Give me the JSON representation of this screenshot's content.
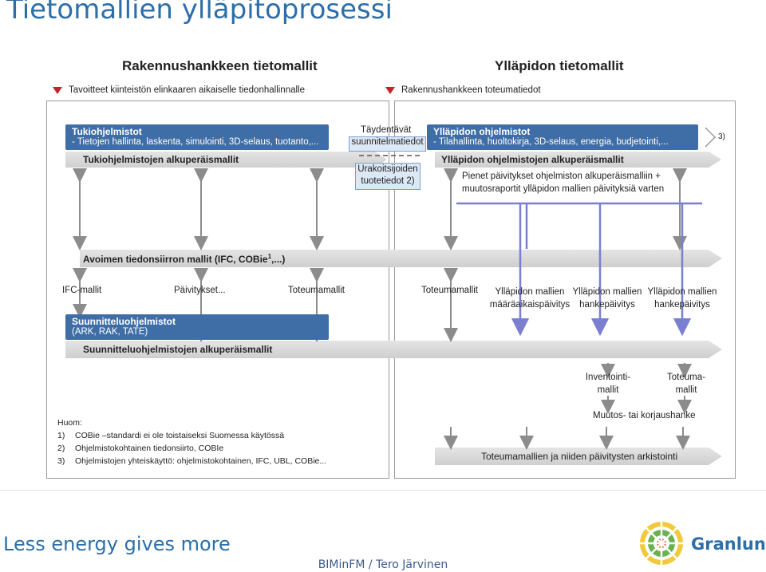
{
  "slide": {
    "title": "Tietomallien ylläpitoprosessi",
    "footer_tagline": "Less energy gives more",
    "footer_author": "BIMinFM / Tero Järvinen",
    "logo_name": "Granlund"
  },
  "left_panel": {
    "heading": "Rakennushankkeen tietomallit",
    "subtitle": "Tavoitteet kiinteistön elinkaaren aikaiselle tiedonhallinnalle",
    "box_title": "Tukiohjelmistot",
    "box_desc": "- Tietojen hallinta, laskenta, simulointi, 3D-selaus, tuotanto,...",
    "bar": "Tukiohjelmistojen alkuperäismallit"
  },
  "right_panel": {
    "heading": "Ylläpidon tietomallit",
    "subtitle": "Rakennushankkeen toteumatiedot",
    "box_title": "Ylläpidon ohjelmistot",
    "box_desc": "- Tilahallinta, huoltokirja, 3D-selaus, energia, budjetointi,...",
    "bar": "Ylläpidon ohjelmistojen alkuperäismallit",
    "note_ref": "3)",
    "update_line1": "Pienet  päivitykset ohjelmiston alkuperäismalliin +",
    "update_line2": "muutosraportit ylläpidon mallien päivityksiä varten"
  },
  "middle": {
    "supplement_label": "Täydentävät",
    "supplement_box": "suunnitelmatiedot",
    "contractor_line1": "Urakoitsijoiden",
    "contractor_line2": "tuotetiedot 2)"
  },
  "open_transfer": {
    "label_prefix": "Avoimen tiedonsiirron mallit (IFC, COBie",
    "label_sup": "1",
    "label_suffix": ",...)"
  },
  "flow_labels": {
    "ifc": "IFC-mallit",
    "updates": "Päivitykset...",
    "as_built_left": "Toteumamallit",
    "as_built_right": "Toteumamallit",
    "periodic_line1": "Ylläpidon mallien",
    "periodic_line2": "määräaikaispäivitys",
    "project_a_line1": "Ylläpidon mallien",
    "project_a_line2": "hankepäivitys",
    "project_b_line1": "Ylläpidon mallien",
    "project_b_line2": "hankepäivitys"
  },
  "design": {
    "box_title": "Suunnitteluohjelmistot",
    "box_desc": "(ARK, RAK, TATE)",
    "bar": "Suunnitteluohjelmistojen alkuperäismallit"
  },
  "lower_right": {
    "inventory_line1": "Inventointi-",
    "inventory_line2": "mallit",
    "asbuilt_line1": "Toteuma-",
    "asbuilt_line2": "mallit",
    "change": "Muutos- tai korjaushanke",
    "archive": "Toteumamallien ja niiden päivitysten arkistointi"
  },
  "notes": {
    "heading": "Huom:",
    "items": [
      {
        "num": "1)",
        "text": "COBie –standardi ei ole  toistaiseksi Suomessa käytössä"
      },
      {
        "num": "2)",
        "text": "Ohjelmistokohtainen tiedonsiirto, COBIe"
      },
      {
        "num": "3)",
        "text": "Ohjelmistojen yhteiskäyttö: ohjelmistokohtainen, IFC, UBL, COBie..."
      }
    ]
  },
  "colors": {
    "title": "#2d6ea9",
    "box_blue": "#3f6ea6",
    "bar_gray": "#d6d6d6",
    "purple_line": "#7a7fd0",
    "triangle_red": "#c8202a"
  }
}
